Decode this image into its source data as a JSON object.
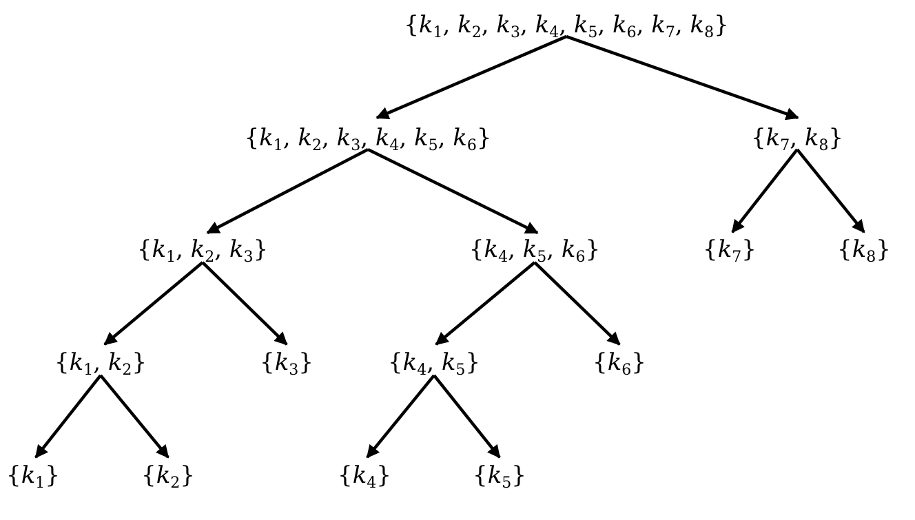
{
  "tree": {
    "nodes": [
      {
        "id": "root",
        "set": [
          "1",
          "2",
          "3",
          "4",
          "5",
          "6",
          "7",
          "8"
        ]
      },
      {
        "id": "n1-6",
        "set": [
          "1",
          "2",
          "3",
          "4",
          "5",
          "6"
        ]
      },
      {
        "id": "n7-8",
        "set": [
          "7",
          "8"
        ]
      },
      {
        "id": "n1-3",
        "set": [
          "1",
          "2",
          "3"
        ]
      },
      {
        "id": "n4-6",
        "set": [
          "4",
          "5",
          "6"
        ]
      },
      {
        "id": "n7",
        "set": [
          "7"
        ]
      },
      {
        "id": "n8",
        "set": [
          "8"
        ]
      },
      {
        "id": "n1-2",
        "set": [
          "1",
          "2"
        ]
      },
      {
        "id": "n3",
        "set": [
          "3"
        ]
      },
      {
        "id": "n4-5",
        "set": [
          "4",
          "5"
        ]
      },
      {
        "id": "n6",
        "set": [
          "6"
        ]
      },
      {
        "id": "n1",
        "set": [
          "1"
        ]
      },
      {
        "id": "n2",
        "set": [
          "2"
        ]
      },
      {
        "id": "n4",
        "set": [
          "4"
        ]
      },
      {
        "id": "n5",
        "set": [
          "5"
        ]
      }
    ],
    "edges": [
      [
        "root",
        "n1-6"
      ],
      [
        "root",
        "n7-8"
      ],
      [
        "n1-6",
        "n1-3"
      ],
      [
        "n1-6",
        "n4-6"
      ],
      [
        "n7-8",
        "n7"
      ],
      [
        "n7-8",
        "n8"
      ],
      [
        "n1-3",
        "n1-2"
      ],
      [
        "n1-3",
        "n3"
      ],
      [
        "n4-6",
        "n4-5"
      ],
      [
        "n4-6",
        "n6"
      ],
      [
        "n1-2",
        "n1"
      ],
      [
        "n1-2",
        "n2"
      ],
      [
        "n4-5",
        "n4"
      ],
      [
        "n4-5",
        "n5"
      ]
    ],
    "variable": "k"
  }
}
